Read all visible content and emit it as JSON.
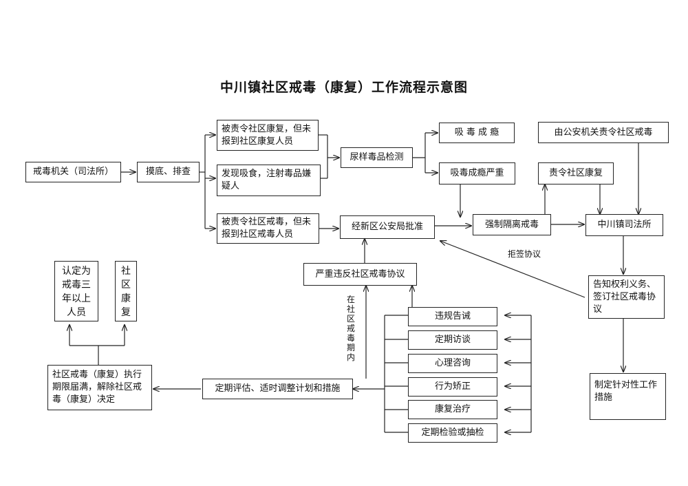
{
  "title": "中川镇社区戒毒（康复）工作流程示意图",
  "nodes": {
    "drug_authority": "戒毒机关（司法所）",
    "investigate": "摸底、排查",
    "rehab_unreported": "被责令社区康复，但未报到社区康复人员",
    "suspected_user": "发现吸食，注射毒品嫌疑人",
    "detox_unreported": "被责令社区戒毒，但未报到社区戒毒人员",
    "urine_test": "尿样毒品检测",
    "addicted": "吸 毒 成 瘾",
    "severe_addiction": "吸毒成瘾严重",
    "police_ordered": "由公安机关责令社区戒毒",
    "ordered_rehab": "责令社区康复",
    "police_approval": "经新区公安局批准",
    "compulsory_isolation": "强制隔离戒毒",
    "justice_office": "中川镇司法所",
    "inform_rights": "告知权利义务、签订社区戒毒协议",
    "targeted_measures": "制定针对性工作措施",
    "serious_violation": "严重违反社区戒毒协议",
    "warning": "违规告诫",
    "regular_visit": "定期访谈",
    "counseling": "心理咨询",
    "behavior_correction": "行为矫正",
    "rehab_treatment": "康复治疗",
    "regular_test": "定期检验或抽检",
    "periodic_assessment": "定期评估、适时调整计划和措施",
    "term_expiry": "社区戒毒（康复）执行期限届满，解除社区戒毒（康复）决定",
    "three_year_detox": "认定为戒毒三年以上人员",
    "community_rehab": "社区康复"
  },
  "labels": {
    "refuse_sign": "拒签协议",
    "during_period": "在社区戒毒期内"
  }
}
